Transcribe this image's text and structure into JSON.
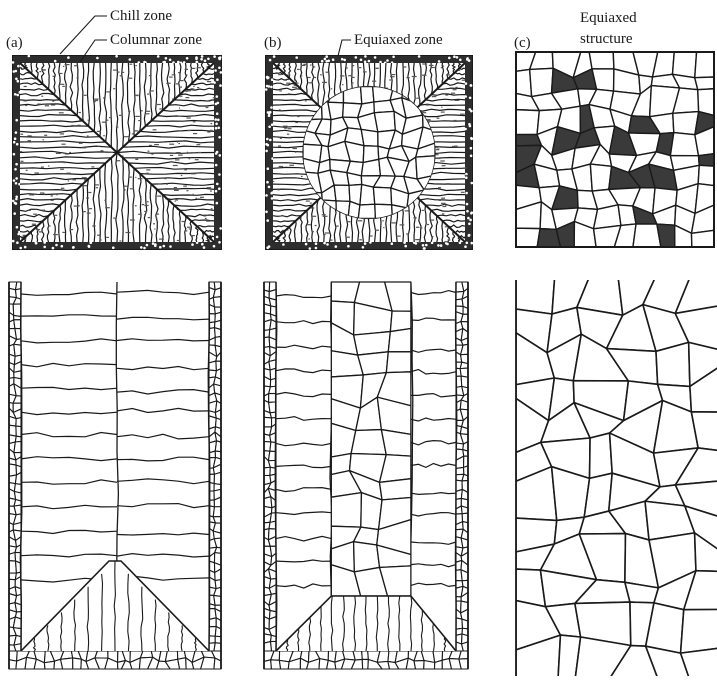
{
  "figure": {
    "panels": [
      {
        "id": "a",
        "label": "(a)"
      },
      {
        "id": "b",
        "label": "(b)"
      },
      {
        "id": "c",
        "label": "(c)"
      }
    ],
    "callouts": {
      "chill_zone": "Chill zone",
      "columnar_zone": "Columnar zone",
      "equiaxed_zone": "Equiaxed zone",
      "equiaxed_structure_line1": "Equiaxed",
      "equiaxed_structure_line2": "structure"
    },
    "colors": {
      "ink": "#1a1a1a",
      "background": "#ffffff",
      "dark_grain": "#3a3a3a"
    }
  }
}
